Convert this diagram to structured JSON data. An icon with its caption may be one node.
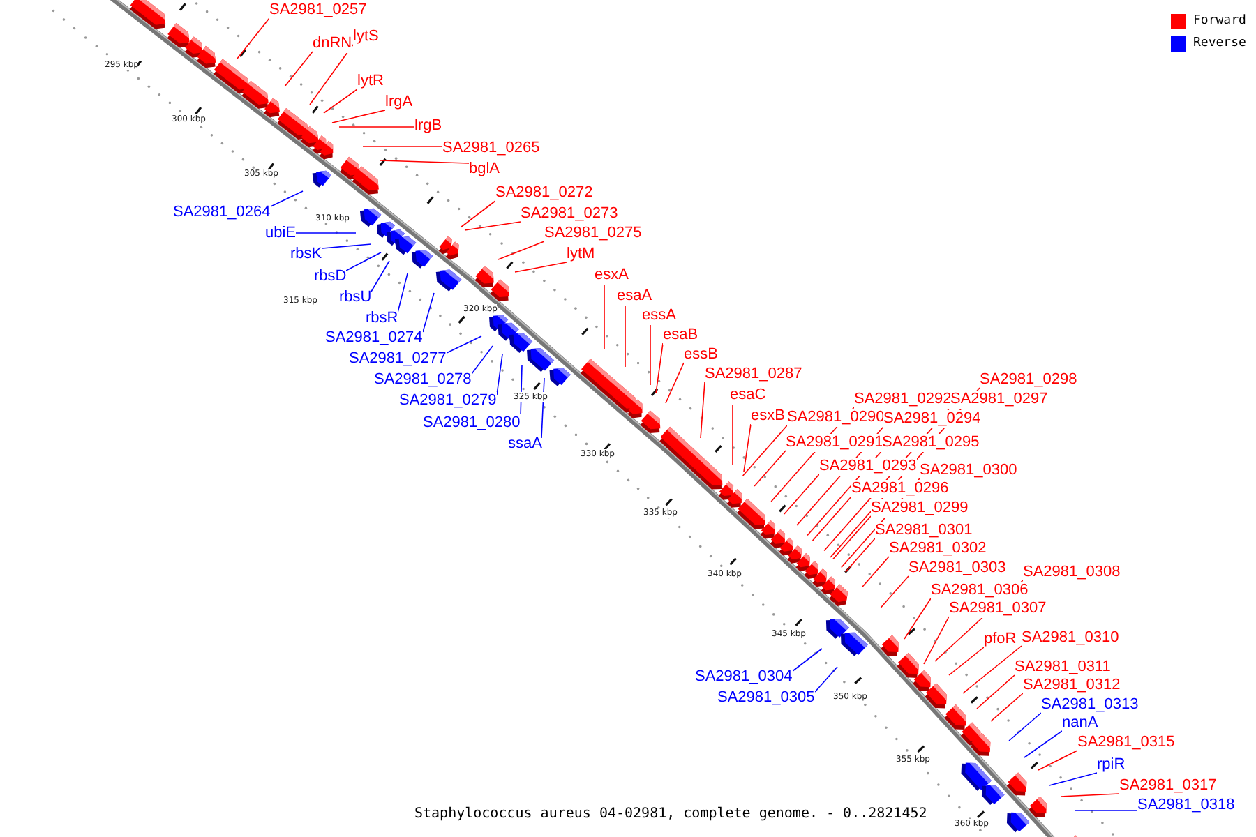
{
  "diagram": {
    "caption": "Staphylococcus aureus 04-02981, complete genome. - 0..2821452",
    "nodes": [
      {
        "text": [
          "SA2981_0257"
        ]
      },
      {
        "text": [
          "lytS"
        ]
      },
      {
        "text": [
          "dnRN"
        ]
      },
      {
        "text": [
          "lytR"
        ]
      },
      {
        "text": [
          "lrgA"
        ]
      },
      {
        "text": [
          "lrgB"
        ]
      },
      {
        "text": [
          "SA2981_0265"
        ]
      },
      {
        "text": [
          "bglA"
        ]
      },
      {
        "text": [
          "SA2981_0272"
        ]
      },
      {
        "text": [
          "SA2981_0264"
        ]
      },
      {
        "text": [
          "SA2981_0273"
        ]
      },
      {
        "text": [
          "ubiE"
        ]
      },
      {
        "text": [
          "SA2981_0275"
        ]
      },
      {
        "text": [
          "lytM"
        ]
      },
      {
        "text": [
          "rbsK"
        ]
      },
      {
        "text": [
          "rbsD"
        ]
      },
      {
        "text": [
          "esxA"
        ]
      },
      {
        "text": [
          "rbsU"
        ]
      },
      {
        "text": [
          "esaA"
        ]
      },
      {
        "text": [
          "rbsR"
        ]
      },
      {
        "text": [
          "essA"
        ]
      },
      {
        "text": [
          "SA2981_0274"
        ]
      },
      {
        "text": [
          "esaB"
        ]
      },
      {
        "text": [
          "SA2981_0277"
        ]
      },
      {
        "text": [
          "essB"
        ]
      },
      {
        "text": [
          "SA2981_0278"
        ]
      },
      {
        "text": [
          "SA2981_0287"
        ]
      },
      {
        "text": [
          "SA2981_0298"
        ]
      },
      {
        "text": [
          "SA2981_0279"
        ]
      },
      {
        "text": [
          "SA2981_0292"
        ]
      },
      {
        "text": [
          "SA2981_0297"
        ]
      },
      {
        "text": [
          "esaC"
        ]
      },
      {
        "text": [
          "SA2981_0280"
        ]
      },
      {
        "text": [
          "esxB"
        ]
      },
      {
        "text": [
          "SA2981_0290"
        ]
      },
      {
        "text": [
          "SA2981_0294"
        ]
      },
      {
        "text": [
          "ssaA"
        ]
      },
      {
        "text": [
          "SA2981_0291"
        ]
      },
      {
        "text": [
          "SA2981_0295"
        ]
      },
      {
        "text": [
          "SA2981_0293"
        ]
      },
      {
        "text": [
          "SA2981_0300"
        ]
      },
      {
        "text": [
          "SA2981_0296"
        ]
      },
      {
        "text": [
          "SA2981_0299"
        ]
      },
      {
        "text": [
          "SA2981_0301"
        ]
      },
      {
        "text": [
          "SA2981_0302"
        ]
      },
      {
        "text": [
          "SA2981_0303"
        ]
      },
      {
        "text": [
          "SA2981_0308"
        ]
      },
      {
        "text": [
          "SA2981_0306"
        ]
      },
      {
        "text": [
          "SA2981_0307"
        ]
      },
      {
        "text": [
          "pfoR"
        ]
      },
      {
        "text": [
          "SA2981_0310"
        ]
      },
      {
        "text": [
          "SA2981_0304"
        ]
      },
      {
        "text": [
          "SA2981_0311"
        ]
      },
      {
        "text": [
          "SA2981_0312"
        ]
      },
      {
        "text": [
          "SA2981_0305"
        ]
      },
      {
        "text": [
          "SA2981_0313"
        ]
      },
      {
        "text": [
          "nanA"
        ]
      },
      {
        "text": [
          "SA2981_0315"
        ]
      },
      {
        "text": [
          "rpiR"
        ]
      },
      {
        "text": [
          "SA2981_0317"
        ]
      },
      {
        "text": [
          "SA2981_0318"
        ]
      }
    ],
    "edges": [
      {
        "from": 0,
        "to": null,
        "arrow": "none"
      },
      {
        "from": 1,
        "to": null,
        "arrow": "none"
      },
      {
        "from": 2,
        "to": null,
        "arrow": "none"
      },
      {
        "from": 3,
        "to": null,
        "arrow": "none"
      },
      {
        "from": 4,
        "to": null,
        "arrow": "none"
      },
      {
        "from": 5,
        "to": null,
        "arrow": "none"
      },
      {
        "from": 6,
        "to": null,
        "arrow": "none"
      },
      {
        "from": 7,
        "to": null,
        "arrow": "none"
      },
      {
        "from": 8,
        "to": null,
        "arrow": "none"
      },
      {
        "from": 9,
        "to": null,
        "arrow": "none",
        "color": "#0000ff"
      },
      {
        "from": 10,
        "to": null,
        "arrow": "none"
      },
      {
        "from": 11,
        "to": null,
        "arrow": "none",
        "color": "#0000ff"
      },
      {
        "from": 12,
        "to": null,
        "arrow": "none"
      },
      {
        "from": 13,
        "to": null,
        "arrow": "none"
      },
      {
        "from": 14,
        "to": null,
        "arrow": "none",
        "color": "#0000ff"
      },
      {
        "from": 15,
        "to": null,
        "arrow": "none",
        "color": "#0000ff"
      },
      {
        "from": 16,
        "to": null,
        "arrow": "none"
      },
      {
        "from": 17,
        "to": null,
        "arrow": "none",
        "color": "#0000ff"
      },
      {
        "from": 18,
        "to": null,
        "arrow": "none"
      },
      {
        "from": 19,
        "to": null,
        "arrow": "none",
        "color": "#0000ff"
      },
      {
        "from": 20,
        "to": null,
        "arrow": "none"
      },
      {
        "from": 21,
        "to": null,
        "arrow": "none",
        "color": "#0000ff"
      },
      {
        "from": 22,
        "to": null,
        "arrow": "none"
      },
      {
        "from": 23,
        "to": null,
        "arrow": "none",
        "color": "#0000ff"
      },
      {
        "from": 24,
        "to": null,
        "arrow": "none"
      },
      {
        "from": 25,
        "to": null,
        "arrow": "none",
        "color": "#0000ff"
      },
      {
        "from": 26,
        "to": null,
        "arrow": "none"
      },
      {
        "from": 27,
        "to": null,
        "arrow": "none"
      },
      {
        "from": 28,
        "to": null,
        "arrow": "none",
        "color": "#0000ff"
      },
      {
        "from": 29,
        "to": null,
        "arrow": "none"
      },
      {
        "from": 30,
        "to": null,
        "arrow": "none"
      },
      {
        "from": 31,
        "to": null,
        "arrow": "none"
      },
      {
        "from": 32,
        "to": null,
        "arrow": "none",
        "color": "#0000ff"
      },
      {
        "from": 33,
        "to": null,
        "arrow": "none"
      },
      {
        "from": 34,
        "to": null,
        "arrow": "none"
      },
      {
        "from": 35,
        "to": null,
        "arrow": "none"
      },
      {
        "from": 36,
        "to": null,
        "arrow": "none",
        "color": "#0000ff"
      },
      {
        "from": 37,
        "to": null,
        "arrow": "none"
      },
      {
        "from": 38,
        "to": null,
        "arrow": "none"
      },
      {
        "from": 39,
        "to": null,
        "arrow": "none"
      },
      {
        "from": 40,
        "to": null,
        "arrow": "none"
      },
      {
        "from": 41,
        "to": null,
        "arrow": "none"
      },
      {
        "from": 42,
        "to": null,
        "arrow": "none"
      },
      {
        "from": 43,
        "to": null,
        "arrow": "none"
      },
      {
        "from": 44,
        "to": null,
        "arrow": "none"
      },
      {
        "from": 45,
        "to": null,
        "arrow": "none"
      },
      {
        "from": 46,
        "to": null,
        "arrow": "none"
      },
      {
        "from": 47,
        "to": null,
        "arrow": "none"
      },
      {
        "from": 48,
        "to": null,
        "arrow": "none"
      },
      {
        "from": 49,
        "to": null,
        "arrow": "none"
      },
      {
        "from": 50,
        "to": null,
        "arrow": "none"
      },
      {
        "from": 51,
        "to": null,
        "arrow": "none",
        "color": "#0000ff"
      },
      {
        "from": 52,
        "to": null,
        "arrow": "none"
      },
      {
        "from": 53,
        "to": null,
        "arrow": "none"
      },
      {
        "from": 54,
        "to": null,
        "arrow": "none",
        "color": "#0000ff"
      },
      {
        "from": 55,
        "to": null,
        "arrow": "none",
        "color": "#0000ff"
      },
      {
        "from": 56,
        "to": null,
        "arrow": "none",
        "color": "#0000ff"
      },
      {
        "from": 57,
        "to": null,
        "arrow": "none"
      },
      {
        "from": 58,
        "to": null,
        "arrow": "none",
        "color": "#0000ff"
      },
      {
        "from": 59,
        "to": null,
        "arrow": "none"
      },
      {
        "from": 60,
        "to": null,
        "arrow": "none",
        "color": "#0000ff"
      }
    ],
    "labels": [
      "295 kbp",
      "300 kbp",
      "305 kbp",
      "310 kbp",
      "315 kbp",
      "320 kbp",
      "325 kbp",
      "330 kbp",
      "335 kbp",
      "340 kbp",
      "345 kbp",
      "350 kbp",
      "355 kbp",
      "360 kbp"
    ],
    "legend": [
      {
        "text": "Forward",
        "color": "#ff0000"
      },
      {
        "text": "Reverse",
        "color": "#0000ff"
      }
    ]
  }
}
